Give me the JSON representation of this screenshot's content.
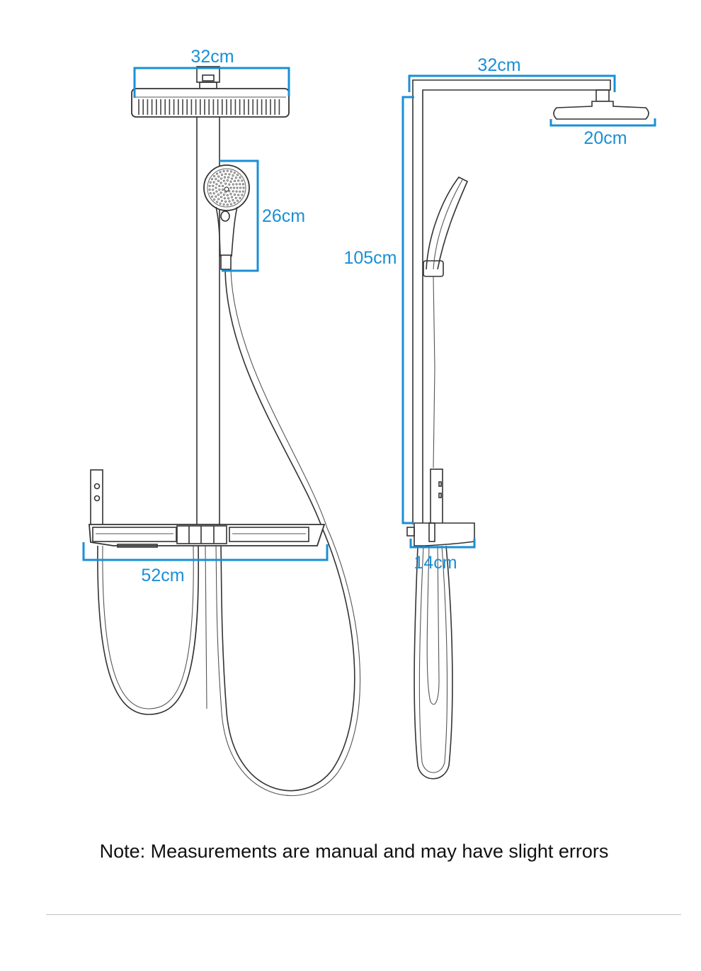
{
  "front_view": {
    "top_width": "32cm",
    "hand_shower_length": "26cm",
    "shelf_width": "52cm"
  },
  "side_view": {
    "arm_length": "32cm",
    "head_diameter": "20cm",
    "height": "105cm",
    "shelf_depth": "14cm"
  },
  "note": "Note: Measurements are manual and may have slight errors",
  "colors": {
    "dimension": "#1a8fd6",
    "line": "#333333"
  }
}
